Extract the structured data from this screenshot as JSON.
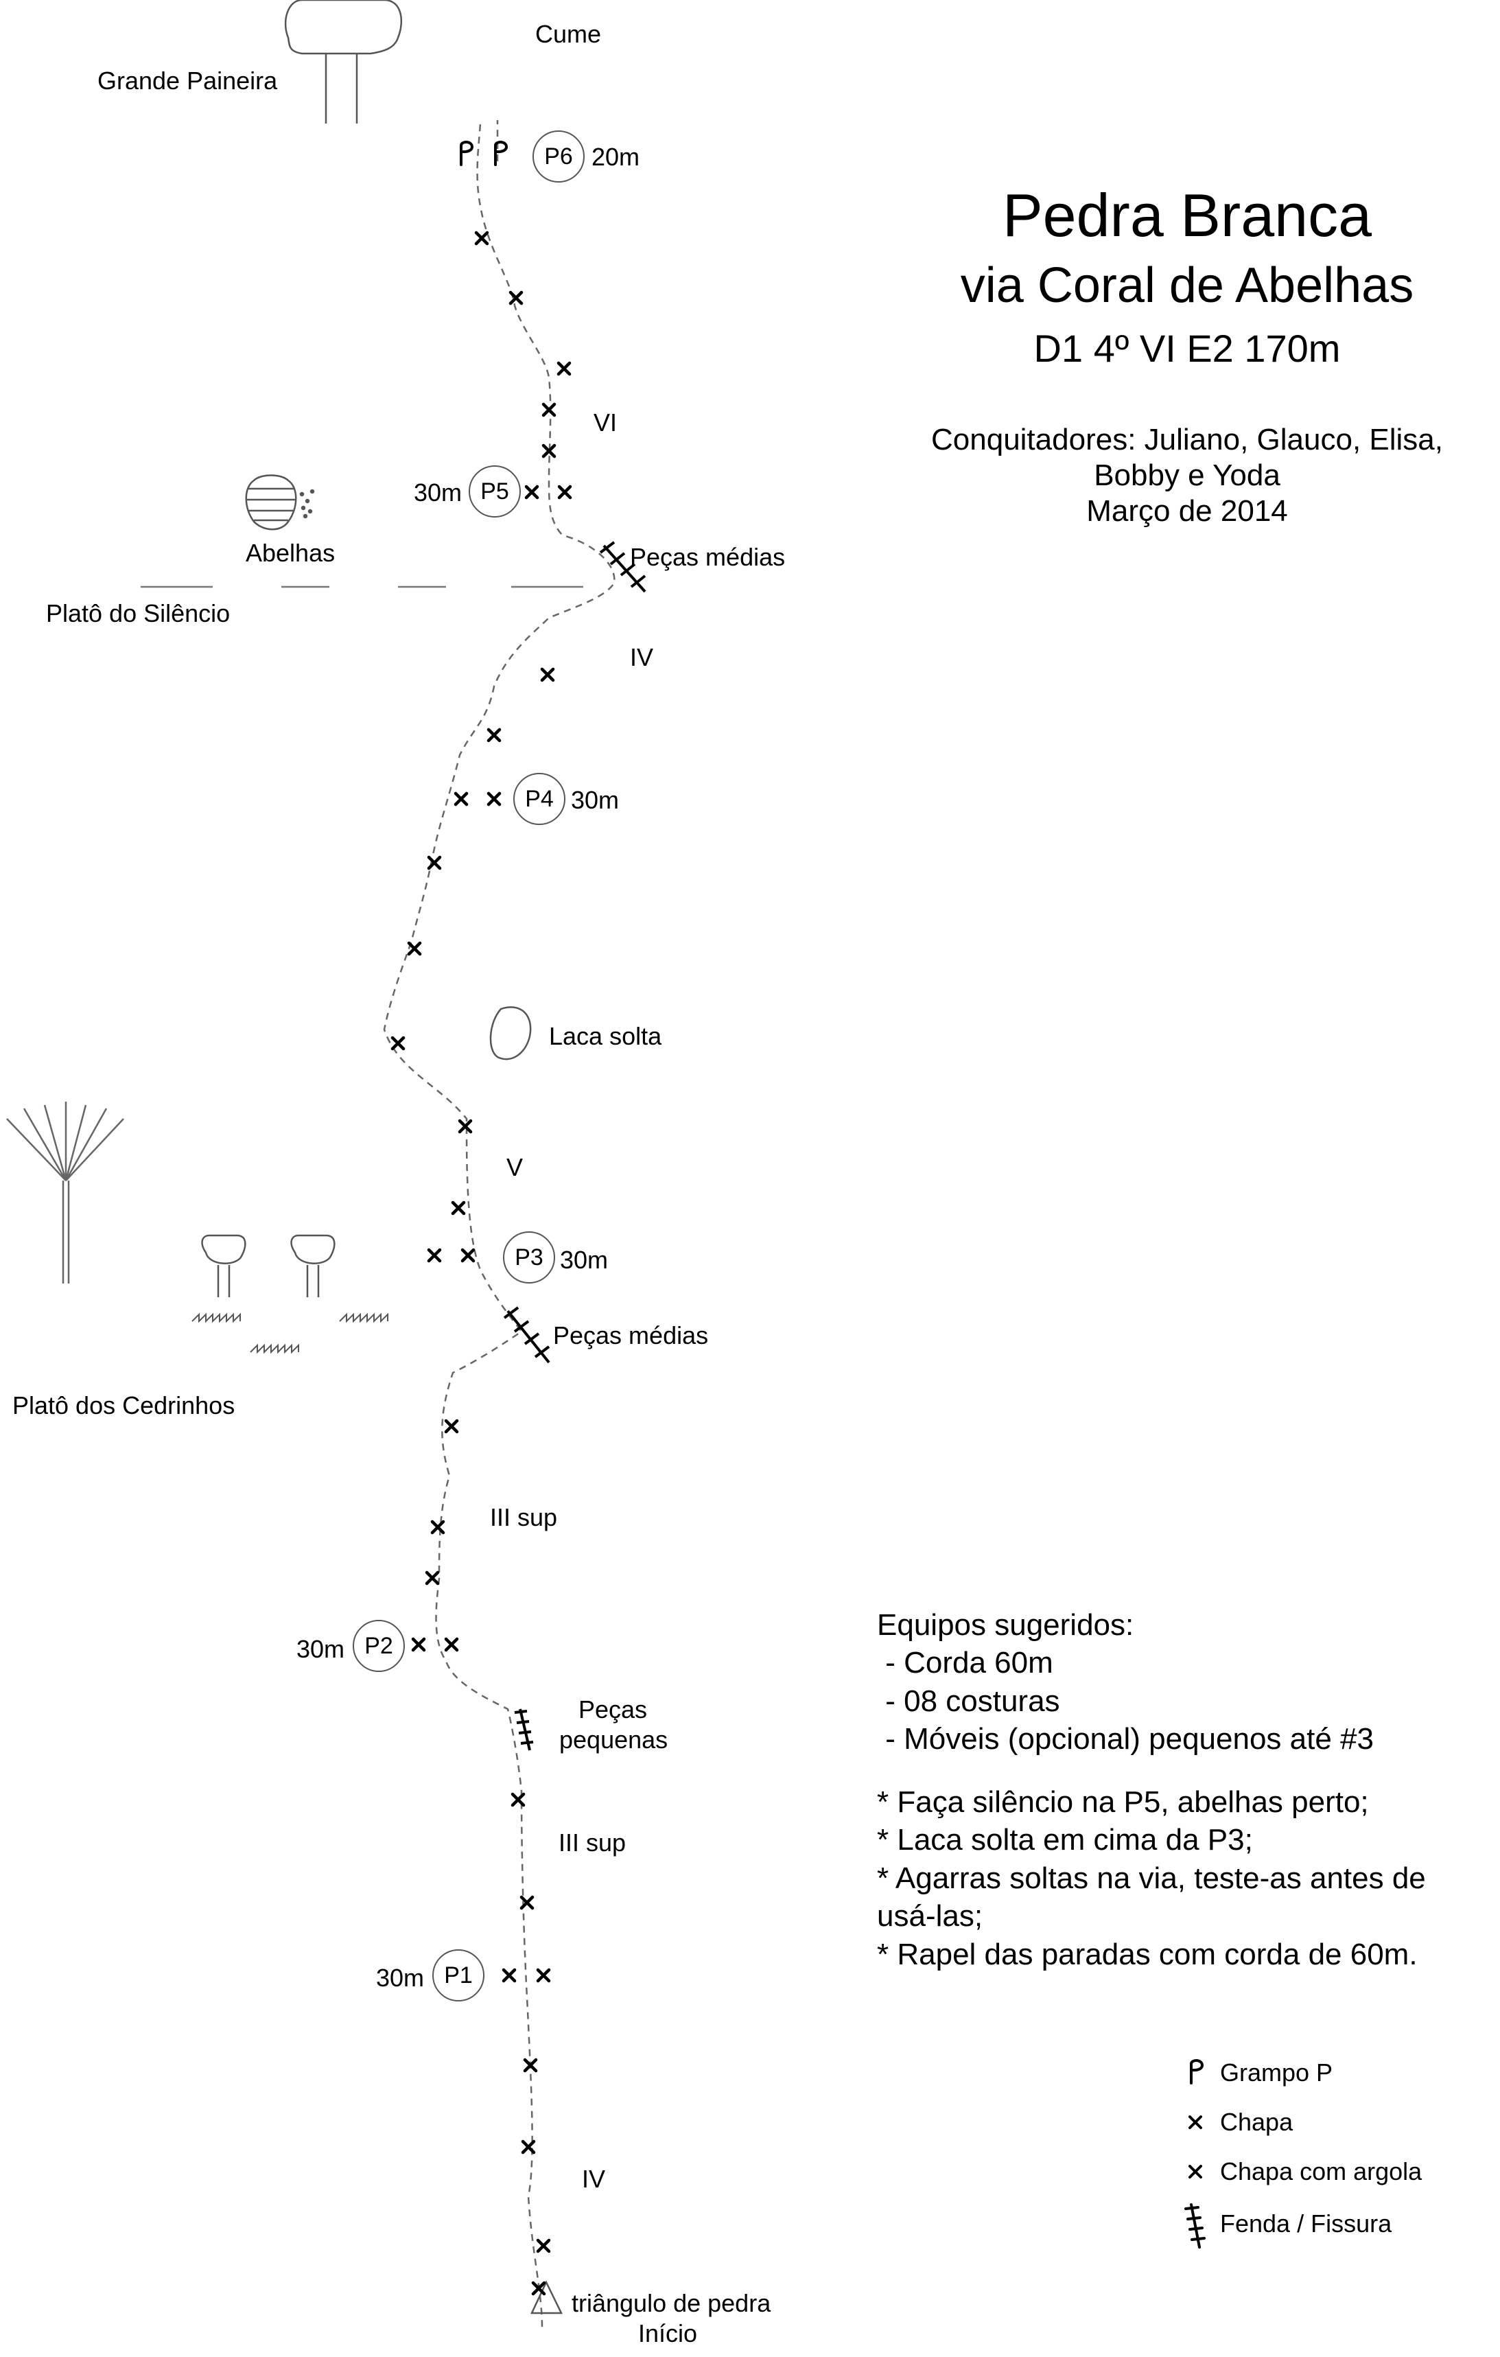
{
  "title": "Pedra Branca",
  "subtitle": "via Coral de Abelhas",
  "grade": "D1 4º VI E2 170m",
  "authors": [
    "Conquitadores: Juliano, Glauco, Elisa,",
    "Bobby e Yoda",
    "Março de 2014"
  ],
  "top": {
    "summit": "Cume",
    "tree": "Grande Paineira"
  },
  "bees": "Abelhas",
  "plateaus": {
    "silencio": "Platô do Silêncio",
    "cedrinhos": "Platô dos Cedrinhos"
  },
  "features": {
    "loose_flake": "Laca solta",
    "start_block": "triângulo de pedra",
    "start": "Início"
  },
  "belays": {
    "p6": {
      "label": "P6",
      "length": "20m"
    },
    "p5": {
      "label": "P5",
      "length": "30m"
    },
    "p4": {
      "label": "P4",
      "length": "30m"
    },
    "p3": {
      "label": "P3",
      "length": "30m"
    },
    "p2": {
      "label": "P2",
      "length": "30m"
    },
    "p1": {
      "label": "P1",
      "length": "30m"
    }
  },
  "pitch_grades": {
    "p6": "VI",
    "p5": "IV",
    "p4": "V",
    "p3": "III sup",
    "p2": "III sup",
    "p1": "IV"
  },
  "gear_notes": {
    "medium1": "Peças médias",
    "medium2": "Peças médias",
    "small1": "Peças",
    "small2": "pequenas"
  },
  "equipment": {
    "heading": "Equipos sugeridos:",
    "items": [
      " - Corda 60m",
      " - 08 costuras",
      " - Móveis (opcional) pequenos até #3"
    ],
    "notes": [
      "* Faça silêncio na P5, abelhas perto;",
      "* Laca solta em cima da P3;",
      "* Agarras soltas na via, teste-as antes de",
      "usá-las;",
      "* Rapel das paradas com corda de 60m."
    ]
  },
  "legend": [
    {
      "symbol": "P",
      "label": "Grampo P"
    },
    {
      "symbol": "x",
      "label": "Chapa"
    },
    {
      "symbol": "x",
      "label": "Chapa com argola"
    },
    {
      "symbol": "crack",
      "label": "Fenda / Fissura"
    }
  ],
  "colors": {
    "line": "#000000",
    "route": "#555555",
    "belay_ring": "#555555",
    "background": "#ffffff"
  }
}
